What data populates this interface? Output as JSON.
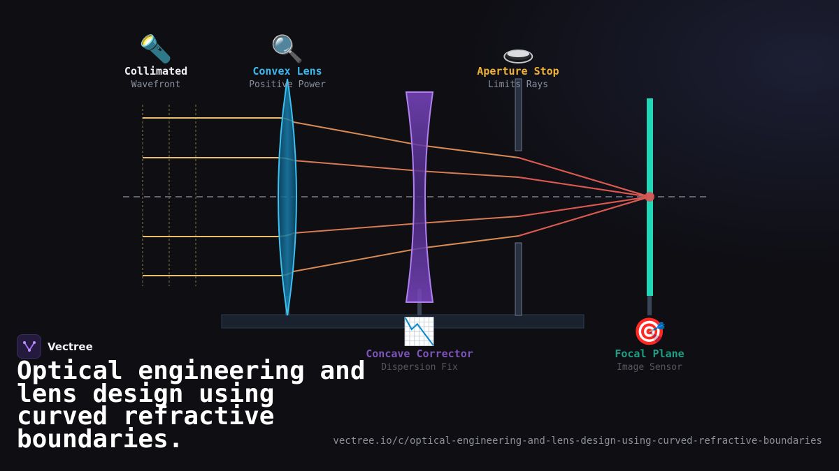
{
  "brand": {
    "name": "Vectree",
    "logo_icon": "vectree-logo-icon"
  },
  "headline": "Optical engineering and lens design using curved refractive boundaries.",
  "url": "vectree.io/c/optical-engineering-and-lens-design-using-curved-refractive-boundaries",
  "components": {
    "collimated": {
      "icon": "🔦",
      "icon_name": "flashlight-icon",
      "title": "Collimated",
      "subtitle": "Wavefront",
      "color": "#f0f0f0"
    },
    "convex": {
      "icon": "🔍",
      "icon_name": "magnifier-icon",
      "title": "Convex Lens",
      "subtitle": "Positive Power",
      "color": "#3bb8ee"
    },
    "aperture": {
      "icon": "⬬",
      "icon_name": "aperture-disc-icon",
      "title": "Aperture Stop",
      "subtitle": "Limits Rays",
      "color": "#f2b134"
    },
    "concave": {
      "icon": "📉",
      "icon_name": "chart-decreasing-icon",
      "title": "Concave Corrector",
      "subtitle": "Dispersion Fix",
      "color": "#7d55b8"
    },
    "focal": {
      "icon": "🎯",
      "icon_name": "target-icon",
      "title": "Focal Plane",
      "subtitle": "Image Sensor",
      "color": "#1f9e84"
    }
  },
  "colors": {
    "ray_incoming": "#e8c070",
    "ray_mid": "#d88a55",
    "ray_focus": "#e05050",
    "convex_lens": "#1aa0d8",
    "concave_lens": "#9560d8",
    "sensor": "#20d8b8",
    "aperture_blade": "#2a3040",
    "optical_axis": "#6a7080",
    "bench": "#1a2230"
  }
}
